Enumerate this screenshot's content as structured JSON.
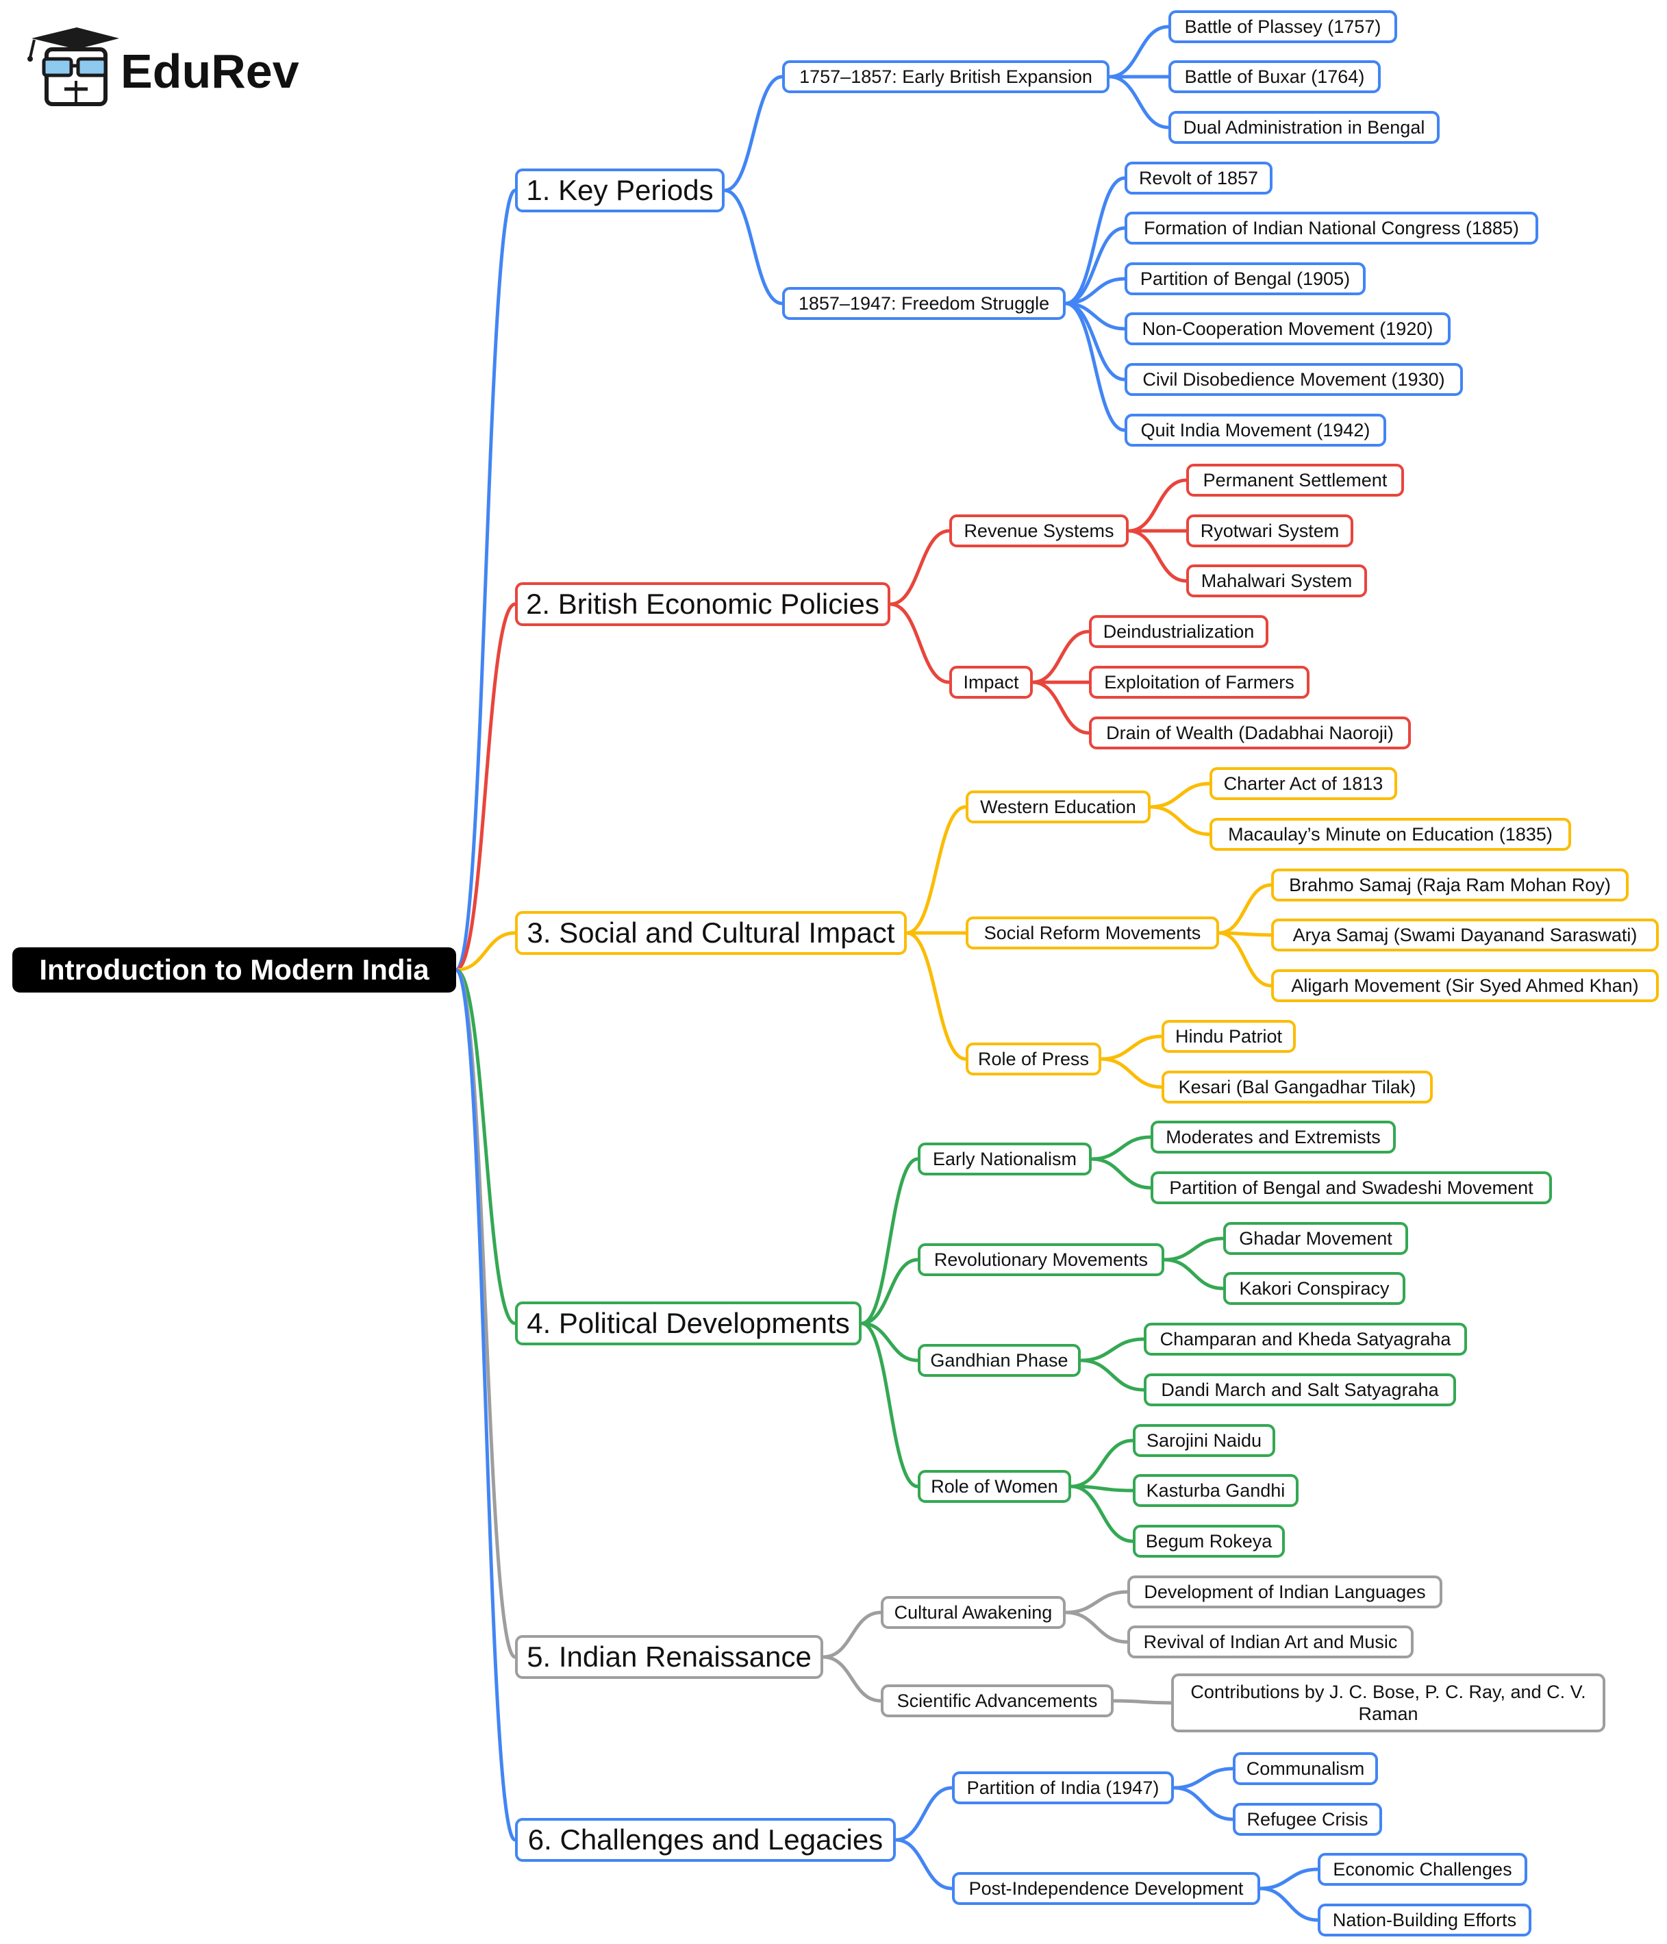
{
  "brand": {
    "name": "EduRev"
  },
  "colors": {
    "blue": "#4285f4",
    "red": "#e8453c",
    "yellow": "#fbbc05",
    "green": "#34a853",
    "gray": "#9e9e9e",
    "root": "#000000"
  },
  "root": {
    "label": "Introduction to Modern India"
  },
  "branches": [
    {
      "label": "1. Key Periods",
      "color": "blue",
      "children": [
        {
          "label": "1757–1857: Early British Expansion",
          "children": [
            "Battle of Plassey (1757)",
            "Battle of Buxar (1764)",
            "Dual Administration in Bengal"
          ]
        },
        {
          "label": "1857–1947: Freedom Struggle",
          "children": [
            "Revolt of 1857",
            "Formation of Indian National Congress (1885)",
            "Partition of Bengal (1905)",
            "Non-Cooperation Movement (1920)",
            "Civil Disobedience Movement (1930)",
            "Quit India Movement (1942)"
          ]
        }
      ]
    },
    {
      "label": "2. British Economic Policies",
      "color": "red",
      "children": [
        {
          "label": "Revenue Systems",
          "children": [
            "Permanent Settlement",
            "Ryotwari System",
            "Mahalwari System"
          ]
        },
        {
          "label": "Impact",
          "children": [
            "Deindustrialization",
            "Exploitation of Farmers",
            "Drain of Wealth (Dadabhai Naoroji)"
          ]
        }
      ]
    },
    {
      "label": "3. Social and Cultural Impact",
      "color": "yellow",
      "children": [
        {
          "label": "Western Education",
          "children": [
            "Charter Act of 1813",
            "Macaulay’s Minute on Education (1835)"
          ]
        },
        {
          "label": "Social Reform Movements",
          "children": [
            "Brahmo Samaj (Raja Ram Mohan Roy)",
            "Arya Samaj (Swami Dayanand Saraswati)",
            "Aligarh Movement (Sir Syed Ahmed Khan)"
          ]
        },
        {
          "label": "Role of Press",
          "children": [
            "Hindu Patriot",
            "Kesari (Bal Gangadhar Tilak)"
          ]
        }
      ]
    },
    {
      "label": "4. Political Developments",
      "color": "green",
      "children": [
        {
          "label": "Early Nationalism",
          "children": [
            "Moderates and Extremists",
            "Partition of Bengal and Swadeshi Movement"
          ]
        },
        {
          "label": "Revolutionary Movements",
          "children": [
            "Ghadar Movement",
            "Kakori Conspiracy"
          ]
        },
        {
          "label": "Gandhian Phase",
          "children": [
            "Champaran and Kheda Satyagraha",
            "Dandi March and Salt Satyagraha"
          ]
        },
        {
          "label": "Role of Women",
          "children": [
            "Sarojini Naidu",
            "Kasturba Gandhi",
            "Begum Rokeya"
          ]
        }
      ]
    },
    {
      "label": "5. Indian Renaissance",
      "color": "gray",
      "children": [
        {
          "label": "Cultural Awakening",
          "children": [
            "Development of Indian Languages",
            "Revival of Indian Art and Music"
          ]
        },
        {
          "label": "Scientific Advancements",
          "children": [
            "Contributions by J. C. Bose, P. C. Ray, and C. V. Raman"
          ]
        }
      ]
    },
    {
      "label": "6. Challenges and Legacies",
      "color": "blue",
      "children": [
        {
          "label": "Partition of India (1947)",
          "children": [
            "Communalism",
            "Refugee Crisis"
          ]
        },
        {
          "label": "Post-Independence Development",
          "children": [
            "Economic Challenges",
            "Nation-Building Efforts"
          ]
        }
      ]
    }
  ]
}
